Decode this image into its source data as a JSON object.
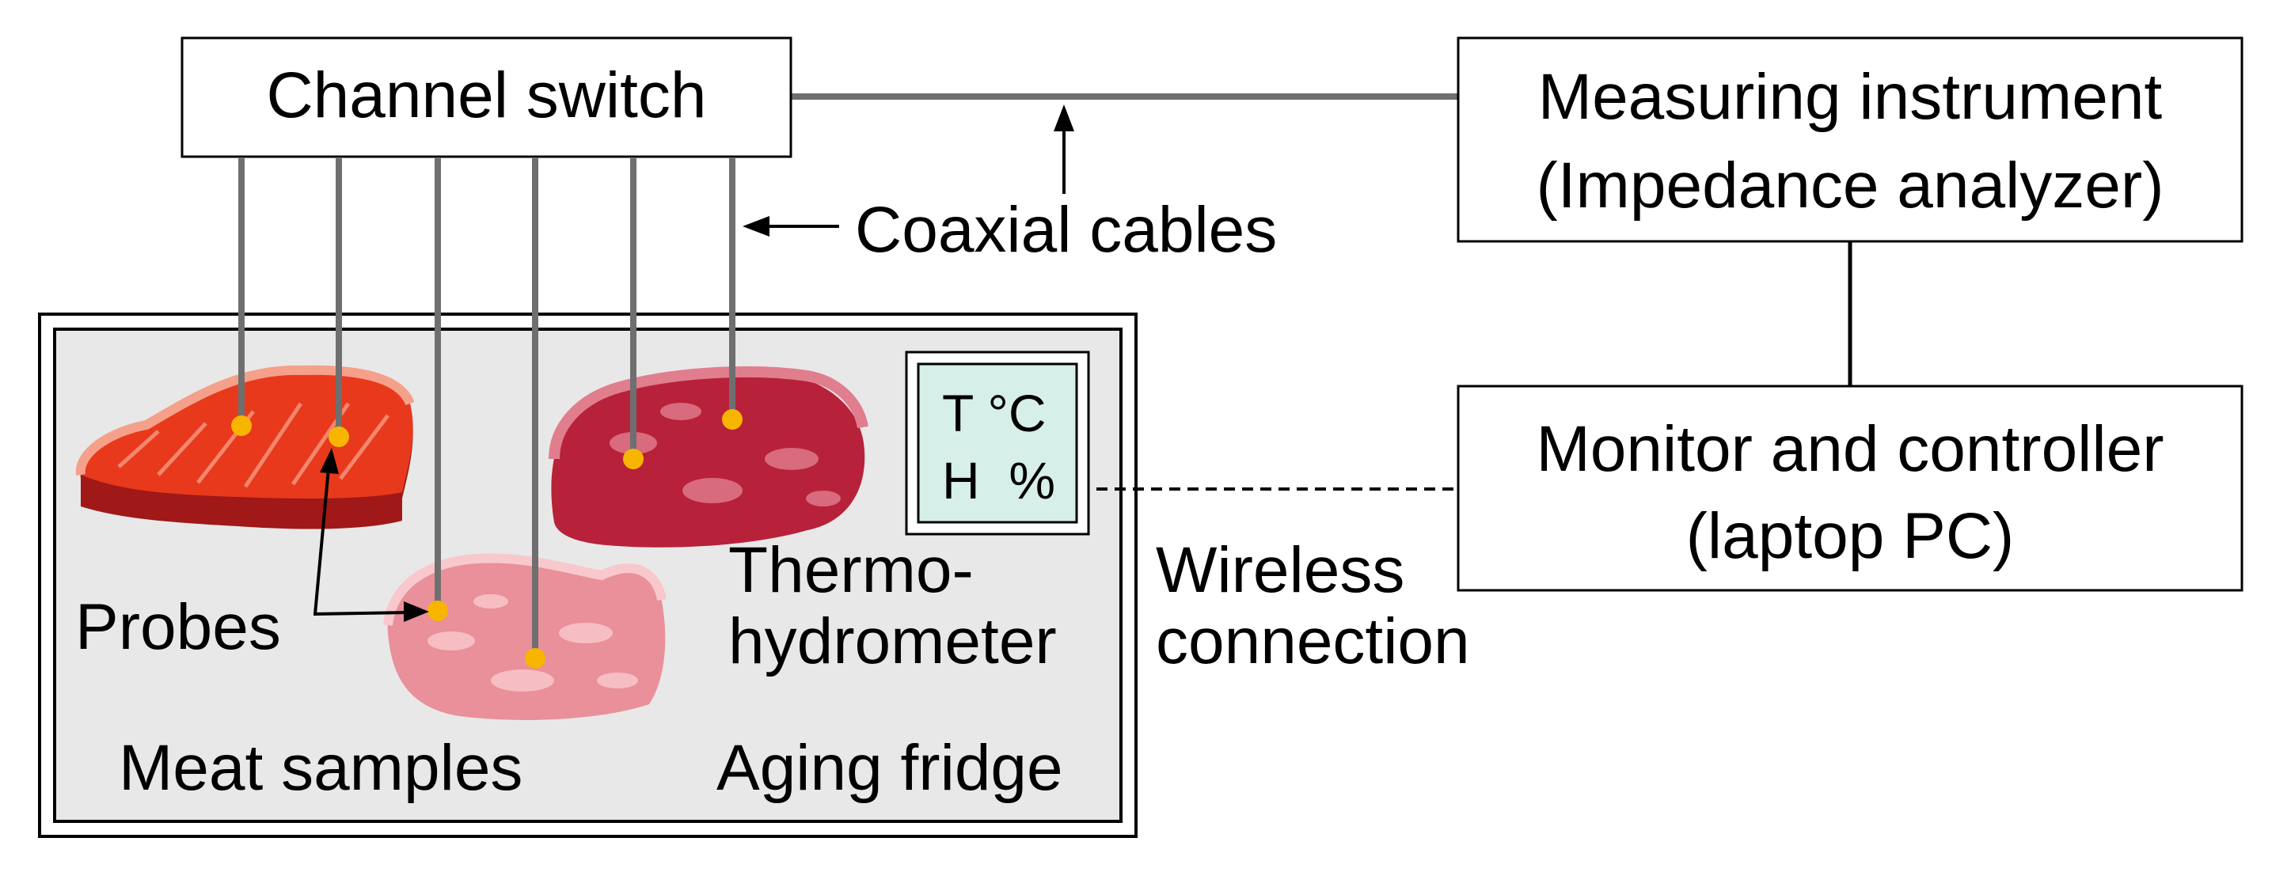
{
  "channel_switch": {
    "label": "Channel switch"
  },
  "instrument": {
    "line1": "Measuring instrument",
    "line2": "(Impedance analyzer)"
  },
  "monitor": {
    "line1": "Monitor and controller",
    "line2": "(laptop PC)"
  },
  "cables": {
    "label": "Coaxial cables"
  },
  "wireless": {
    "line1": "Wireless",
    "line2": "connection"
  },
  "fridge": {
    "label": "Aging fridge"
  },
  "thermo": {
    "display_line1": "T °C",
    "display_line2": "H  %",
    "label_line1": "Thermo-",
    "label_line2": "hydrometer"
  },
  "probes": {
    "label": "Probes"
  },
  "meat": {
    "label": "Meat samples"
  },
  "colors": {
    "cable": "#6f6f6f",
    "fridge_fill": "#e8e8e8",
    "display_fill": "#d6efe8",
    "probe_dot": "#f7b500",
    "meat_red": "#e8391c",
    "meat_dark": "#b8213a",
    "meat_pink": "#e9909a"
  }
}
